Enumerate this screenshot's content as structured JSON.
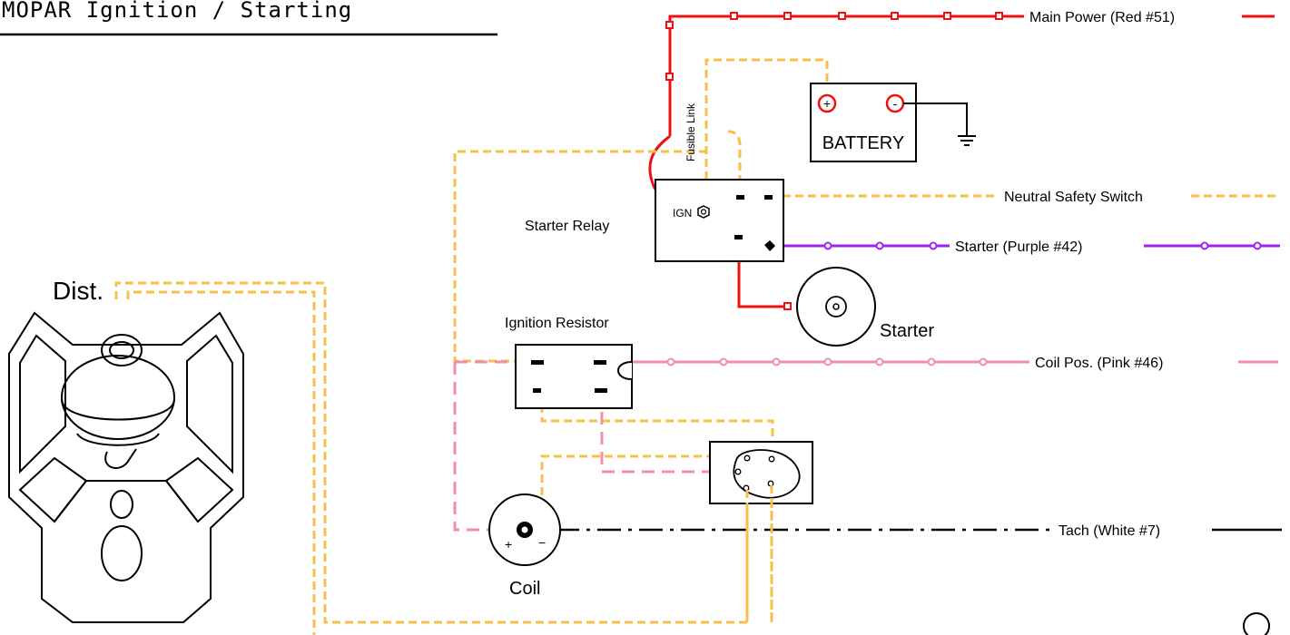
{
  "title": "MOPAR Ignition / Starting",
  "colors": {
    "red": "#ee1111",
    "yellow": "#f7c04a",
    "pink": "#f28fa8",
    "purple": "#a020f0",
    "black": "#000000"
  },
  "labels": {
    "main_power": "Main Power (Red #51)",
    "neutral_safety": "Neutral Safety Switch",
    "starter_wire": "Starter (Purple #42)",
    "coil_pos": "Coil Pos. (Pink #46)",
    "tach": "Tach (White #7)",
    "battery": "BATTERY",
    "battery_pos": "+",
    "battery_neg": "-",
    "starter_relay": "Starter Relay",
    "ign": "IGN",
    "fusible_link": "Fusible Link",
    "ignition_resistor": "Ignition Resistor",
    "starter": "Starter",
    "coil": "Coil",
    "coil_pos_term": "+",
    "coil_neg_term": "−",
    "dist": "Dist."
  },
  "icons": [
    "ground-icon",
    "battery-icon",
    "starter-motor-icon",
    "coil-icon",
    "ignition-switch-icon",
    "distributor-icon"
  ]
}
